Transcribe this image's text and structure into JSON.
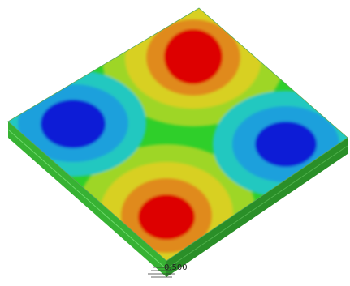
{
  "scale_bar": {
    "label": "0.500"
  },
  "colors": {
    "red": "#dd0000",
    "orange": "#e08a1e",
    "yellow": "#d8d020",
    "yellow_green": "#9ed628",
    "green": "#2fcf2a",
    "cyan": "#22c8c0",
    "light_blue": "#1aa0dc",
    "blue": "#0a1ed6",
    "side_green": "#37b233",
    "side_shadow": "#2a8f28"
  },
  "contour_features": [
    {
      "name": "peak-top",
      "kind": "maximum"
    },
    {
      "name": "peak-bottom",
      "kind": "maximum"
    },
    {
      "name": "trough-left",
      "kind": "minimum"
    },
    {
      "name": "trough-right",
      "kind": "minimum"
    }
  ]
}
